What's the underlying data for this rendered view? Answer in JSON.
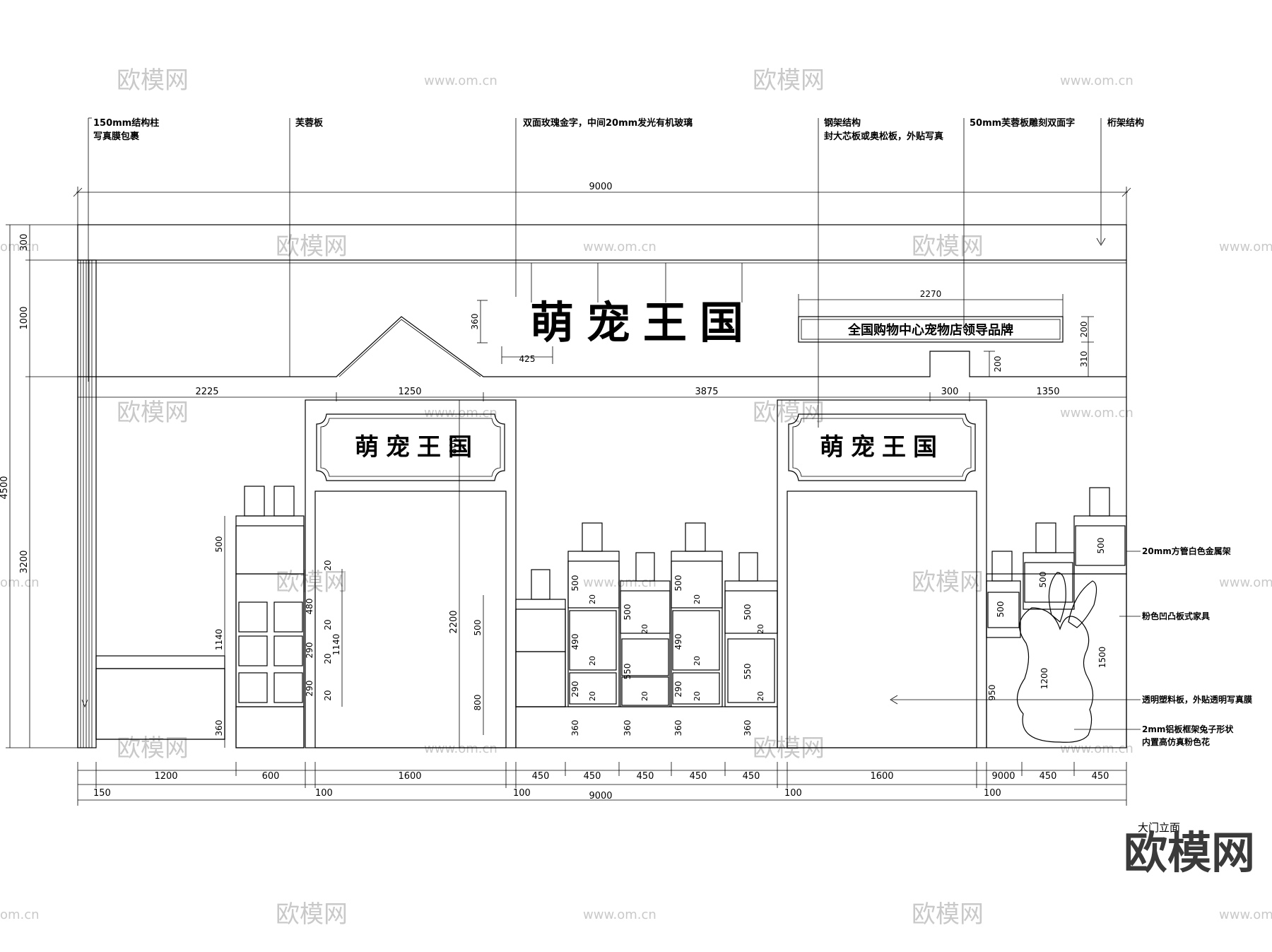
{
  "callouts": {
    "column": "150mm结构柱",
    "column_2": "写真膜包裹",
    "board": "芙蓉板",
    "letters": "双面玫瑰金字，中间20mm发光有机玻璃",
    "steel": "钢架结构",
    "steel_2": "封大芯板或奥松板，外贴写真",
    "carved": "50mm芙蓉板雕刻双面字",
    "truss": "桁架结构",
    "metal_rack": "20mm方管白色金属架",
    "furniture": "粉色凹凸板式家具",
    "plastic": "透明塑料板，外贴透明写真膜",
    "rabbit": "2mm铝板框架兔子形状",
    "rabbit_2": "内置高仿真粉色花"
  },
  "signs": {
    "main": "萌宠王国",
    "slogan": "全国购物中心宠物店领导品牌",
    "left_door": "萌宠王国",
    "right_door": "萌宠王国"
  },
  "dims": {
    "overall_top": "9000",
    "overall_bottom": "9000",
    "slogan_width": "2270",
    "letter_width": "425",
    "letter_height": "360",
    "slogan_height": "200",
    "notch_a": "200",
    "notch_b": "310",
    "h_300": "300",
    "h_1000": "1000",
    "h_4500": "4500",
    "h_3200": "3200",
    "seg_2225": "2225",
    "seg_1250": "1250",
    "seg_3875": "3875",
    "seg_300": "300",
    "seg_1350": "1350",
    "door_h": "2200",
    "door_sign": "800",
    "left_500": "500",
    "left_1140a": "1140",
    "left_360": "360",
    "left_20": "20",
    "left_480": "480",
    "left_290": "290",
    "left_1140b": "1140",
    "mid_500": "500",
    "mid_800": "800",
    "mid_490": "490",
    "mid_550": "550",
    "mid_360": "360",
    "r_950": "950",
    "r_1200": "1200",
    "r_1500": "1500",
    "b_1200": "1200",
    "b_600": "600",
    "b_1600": "1600",
    "b_450": "450",
    "b_9000": "9000",
    "b_150": "150",
    "b_100": "100"
  },
  "title_block": "大门立面",
  "watermark": {
    "logo": "欧模网",
    "url": "www.om.cn",
    "url_short": "om.cn"
  }
}
